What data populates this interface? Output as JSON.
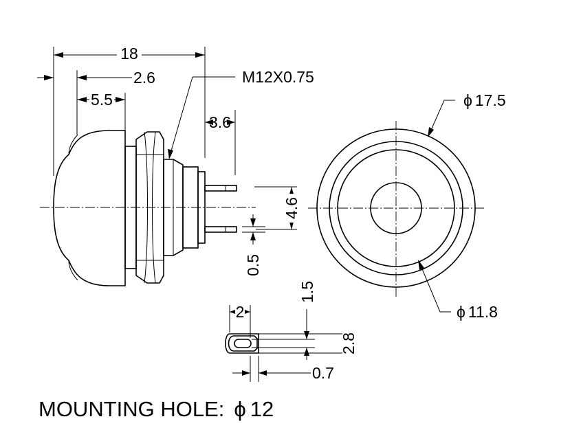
{
  "dimensions": {
    "overall_length": "18",
    "dome_offset": "2.6",
    "dome_length": "5.5",
    "thread": "M12X0.75",
    "terminal_length": "3.6",
    "terminal_spacing": "4.6",
    "terminal_thickness": "0.5",
    "outer_diameter": "17.5",
    "inner_diameter": "11.8",
    "tab_width": "2",
    "tab_hole_height": "1.5",
    "tab_height": "2.8",
    "tab_gap": "0.7"
  },
  "symbols": {
    "diameter": "ϕ"
  },
  "caption": {
    "label": "MOUNTING HOLE:",
    "value": "12"
  }
}
